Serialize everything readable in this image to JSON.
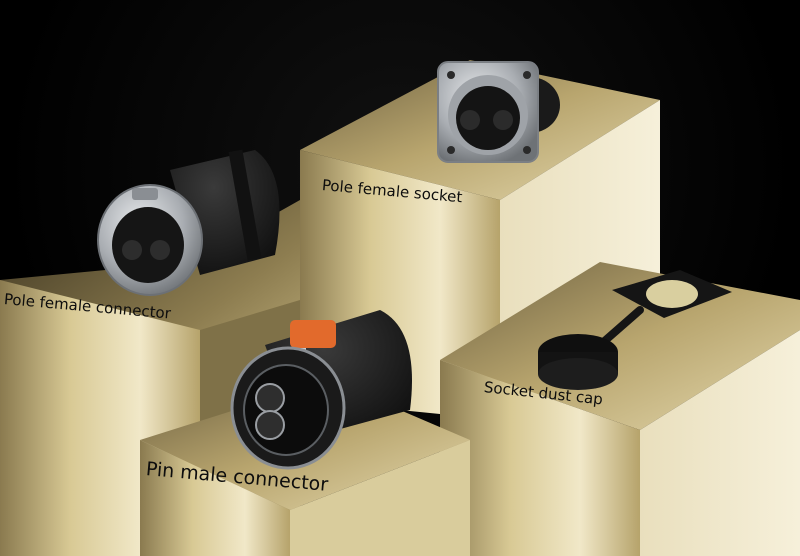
{
  "labels": {
    "pole_female_socket": "Pole female socket",
    "pole_female_connector": "Pole female connector",
    "socket_dust_cap": "Socket dust cap",
    "pin_male_connector": "Pin male connector"
  },
  "colors": {
    "background": "#000000",
    "gold_light": "#efe6c6",
    "gold_mid": "#c9b57e",
    "gold_dark": "#5f5232",
    "connector_black": "#1c1c1c",
    "metal": "#b9bcc0",
    "latch_orange": "#e26a2c"
  }
}
